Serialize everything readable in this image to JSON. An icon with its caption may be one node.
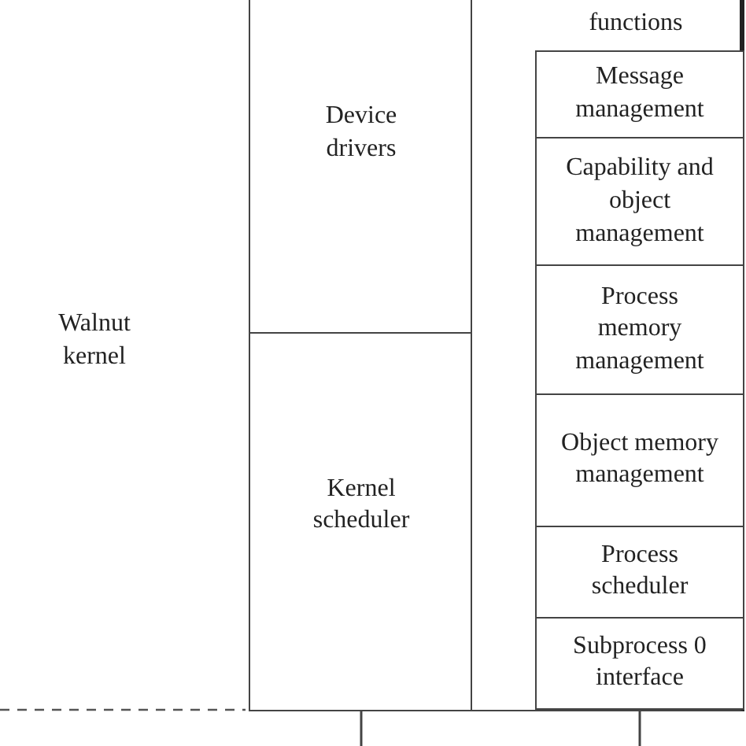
{
  "diagram": {
    "nodes": [
      {
        "text": [
          "Device drivers"
        ]
      },
      {
        "text": [
          "Kernel scheduler"
        ]
      },
      {
        "text": [
          "functions"
        ]
      },
      {
        "text": [
          "Message management"
        ],
        "in": 2
      },
      {
        "text": [
          "Capability and object management"
        ],
        "in": 2
      },
      {
        "text": [
          "Process memory management"
        ],
        "in": 2
      },
      {
        "text": [
          "Object memory management"
        ],
        "in": 2
      },
      {
        "text": [
          "Process scheduler"
        ],
        "in": 2
      },
      {
        "text": [
          "Subprocess 0 interface"
        ],
        "in": 2
      }
    ],
    "edges": [
      {
        "from": 1,
        "to": null,
        "arrow": "none"
      },
      {
        "from": 8,
        "to": null,
        "arrow": "none"
      }
    ],
    "labels": [
      "Walnut kernel"
    ]
  }
}
